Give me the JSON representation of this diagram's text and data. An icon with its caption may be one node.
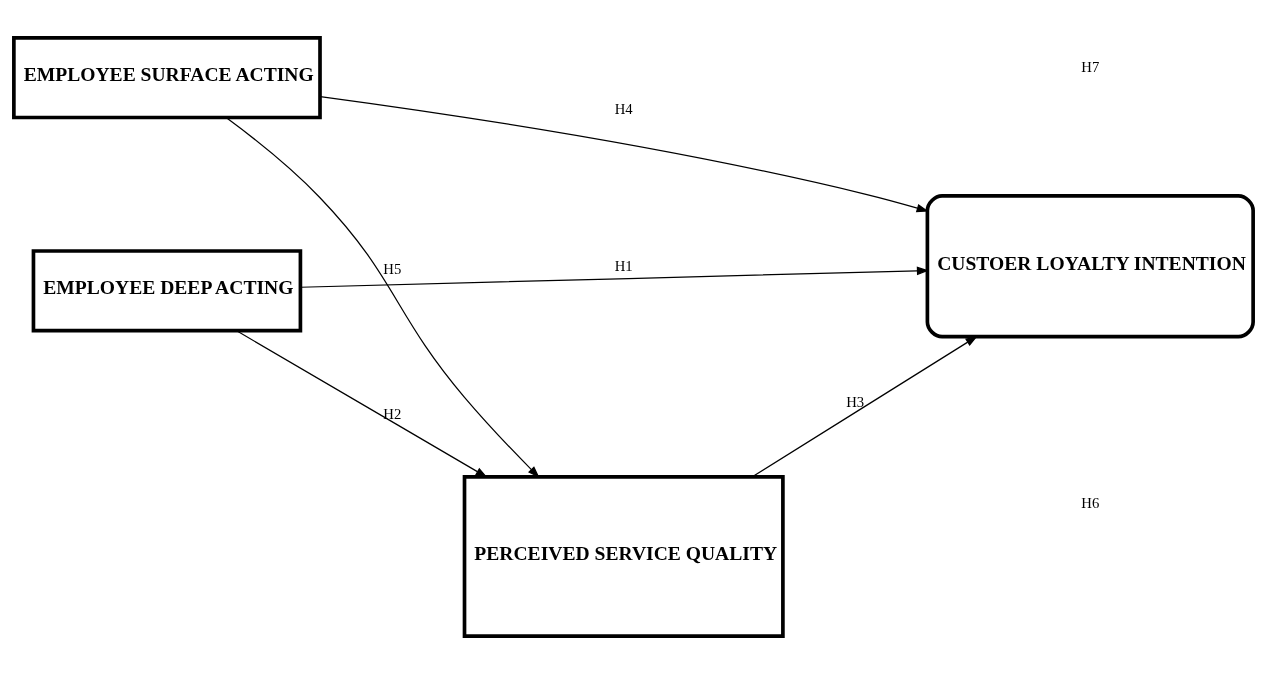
{
  "diagram": {
    "nodes": [
      {
        "text": [
          "EMPLOYEE DEEP ACTING"
        ]
      },
      {
        "text": [
          "PERCEIVED SERVICE QUALITY"
        ]
      },
      {
        "text": [
          "CUSTOER LOYALTY INTENTION"
        ]
      },
      {
        "text": [
          "EMPLOYEE SURFACE ACTING"
        ]
      }
    ],
    "edges": [
      {
        "from": 0,
        "to": 2,
        "arrow": "to",
        "label": "H1"
      },
      {
        "from": 0,
        "to": 1,
        "arrow": "to",
        "label": "H2"
      },
      {
        "from": 1,
        "to": 2,
        "arrow": "to",
        "label": "H3"
      },
      {
        "from": 3,
        "to": 2,
        "arrow": "to",
        "label": "H4"
      },
      {
        "from": 3,
        "to": 1,
        "arrow": "to",
        "label": "H5"
      }
    ],
    "labels": [
      "H6",
      "H7"
    ]
  }
}
